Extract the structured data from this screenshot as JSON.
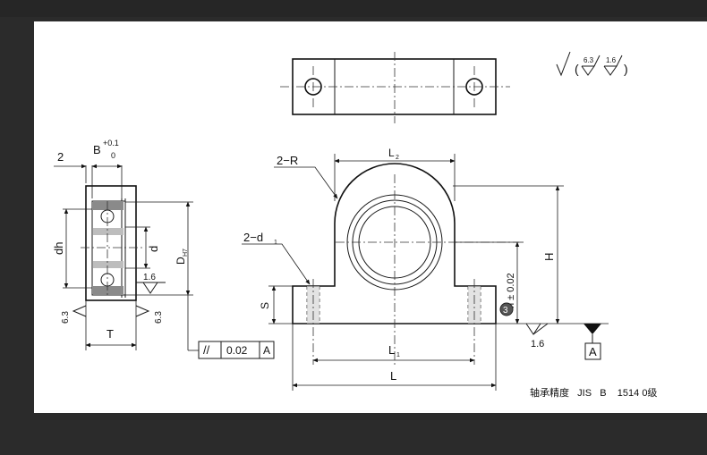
{
  "roughness": {
    "main": "6.3",
    "secondary": "1.6"
  },
  "side_view": {
    "dim_2": "2",
    "dim_B": "B",
    "tol_B_upper": "+0.1",
    "tol_B_lower": "0",
    "dim_dh": "dh",
    "dim_d": "d",
    "dim_DH7_main": "D",
    "dim_DH7_sub": "H7",
    "rough_1_6": "1.6",
    "rough_6_3_left": "6.3",
    "rough_6_3_right": "6.3",
    "dim_T": "T",
    "parallelism_symbol": "//",
    "parallelism_value": "0.02",
    "parallelism_datum": "A"
  },
  "front_view": {
    "label_2R": "2−R",
    "label_2d1_main": "2−d",
    "label_2d1_sub": "1",
    "dim_L2_main": "L",
    "dim_L2_sub": "2",
    "dim_H": "H",
    "dim_S": "S",
    "dim_h_tol": "h ± 0.02",
    "circle_number": "3",
    "rough_1_6": "1.6",
    "datum_A": "A",
    "dim_L1_main": "L",
    "dim_L1_sub": "1",
    "dim_L": "L"
  },
  "footer": {
    "precision_note": "轴承精度   JIS   B    1514 0级"
  }
}
